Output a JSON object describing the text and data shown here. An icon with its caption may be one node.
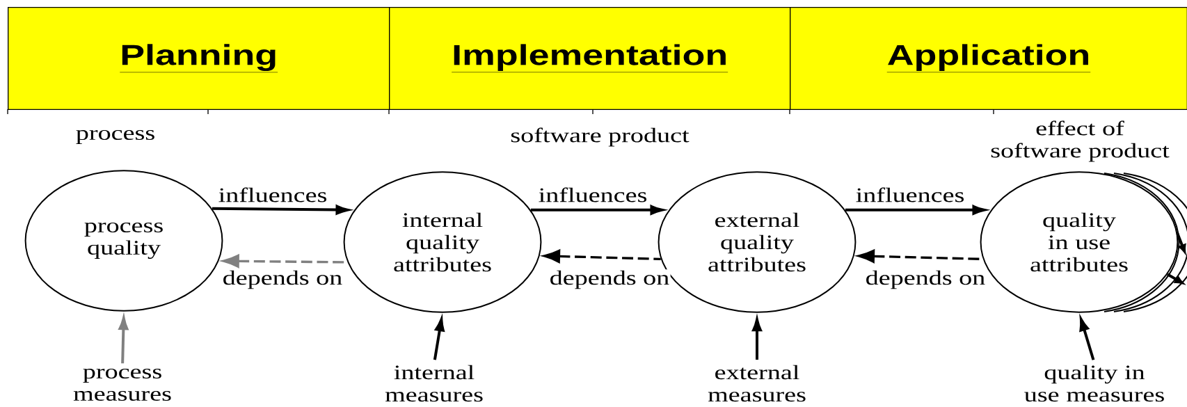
{
  "diagram": {
    "nodes": [
      {
        "text": [
          "Planning"
        ]
      },
      {
        "text": [
          "Implementation"
        ]
      },
      {
        "text": [
          "Application"
        ]
      },
      {
        "text": [
          "process quality"
        ],
        "beside": [
          "process"
        ]
      },
      {
        "text": [
          "internal quality attributes"
        ]
      },
      {
        "text": [
          "external quality attributes"
        ]
      },
      {
        "text": [
          "quality in use attributes"
        ],
        "beside": [
          "effect of software product"
        ]
      },
      {
        "text": [
          "process measures"
        ]
      },
      {
        "text": [
          "internal measures"
        ]
      },
      {
        "text": [
          "external measures"
        ]
      },
      {
        "text": [
          "quality in use measures"
        ]
      }
    ],
    "edges": [
      {
        "from": 3,
        "to": 4,
        "arrow": "to",
        "label": "influences"
      },
      {
        "from": 4,
        "to": 3,
        "arrow": "to",
        "label": "depends on",
        "style": "dashed",
        "color": "#808080"
      },
      {
        "from": 4,
        "to": 5,
        "arrow": "to",
        "label": "influences"
      },
      {
        "from": 5,
        "to": 4,
        "arrow": "to",
        "label": "depends on",
        "style": "dashed"
      },
      {
        "from": 5,
        "to": 6,
        "arrow": "to",
        "label": "influences"
      },
      {
        "from": 6,
        "to": 5,
        "arrow": "to",
        "label": "depends on",
        "style": "dashed"
      },
      {
        "from": 7,
        "to": 3,
        "arrow": "to",
        "color": "#808080"
      },
      {
        "from": 8,
        "to": 4,
        "arrow": "to"
      },
      {
        "from": 9,
        "to": 5,
        "arrow": "to"
      },
      {
        "from": 10,
        "to": 6,
        "arrow": "to"
      },
      {
        "from": 6,
        "to": null,
        "arrow": "to"
      },
      {
        "from": 6,
        "to": null,
        "arrow": "to"
      }
    ],
    "labels": [
      "software product"
    ]
  }
}
